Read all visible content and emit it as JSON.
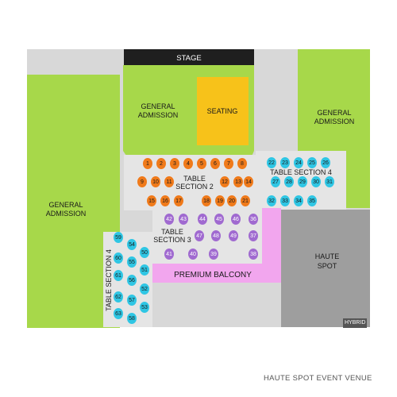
{
  "colors": {
    "floor": "#d8d8d8",
    "ga": "#a7d84a",
    "stage": "#1f1f1f",
    "seating": "#f7c21a",
    "premium": "#f2a6ee",
    "haute": "#9e9e9e",
    "section_bg": "#e5e5e5",
    "seat_orange": "#f07a1a",
    "seat_purple": "#a06ad0",
    "seat_cyan": "#2fc6e4"
  },
  "labels": {
    "stage": "STAGE",
    "seating": "SEATING",
    "ga_top": [
      "GENERAL",
      "ADMISSION"
    ],
    "ga_right": [
      "GENERAL",
      "ADMISSION"
    ],
    "ga_left": [
      "GENERAL",
      "ADMISSION"
    ],
    "table_section_2": [
      "TABLE",
      "SECTION 2"
    ],
    "table_section_3": [
      "TABLE",
      "SECTION 3"
    ],
    "table_section_4_right": "TABLE SECTION 4",
    "table_section_4_left": "TABLE SECTION 4",
    "premium_balcony": "PREMIUM BALCONY",
    "haute_spot": [
      "HAUTE",
      "SPOT"
    ],
    "hybrid": "HYBRID",
    "venue_name": "HAUTE SPOT EVENT VENUE"
  },
  "sections": {
    "table_section_2": [
      "1",
      "2",
      "3",
      "4",
      "5",
      "6",
      "7",
      "8",
      "9",
      "10",
      "11",
      "12",
      "13",
      "14",
      "15",
      "16",
      "17",
      "18",
      "19",
      "20",
      "21"
    ],
    "table_section_3": [
      "36",
      "37",
      "38",
      "39",
      "40",
      "41",
      "42",
      "43",
      "44",
      "45",
      "46",
      "47",
      "48",
      "49"
    ],
    "table_section_4_right": [
      "22",
      "23",
      "24",
      "25",
      "26",
      "27",
      "28",
      "29",
      "30",
      "31",
      "32",
      "33",
      "34",
      "35"
    ],
    "table_section_4_left": [
      "50",
      "51",
      "52",
      "53",
      "54",
      "55",
      "56",
      "57",
      "58",
      "59",
      "60",
      "61",
      "62",
      "63"
    ]
  }
}
